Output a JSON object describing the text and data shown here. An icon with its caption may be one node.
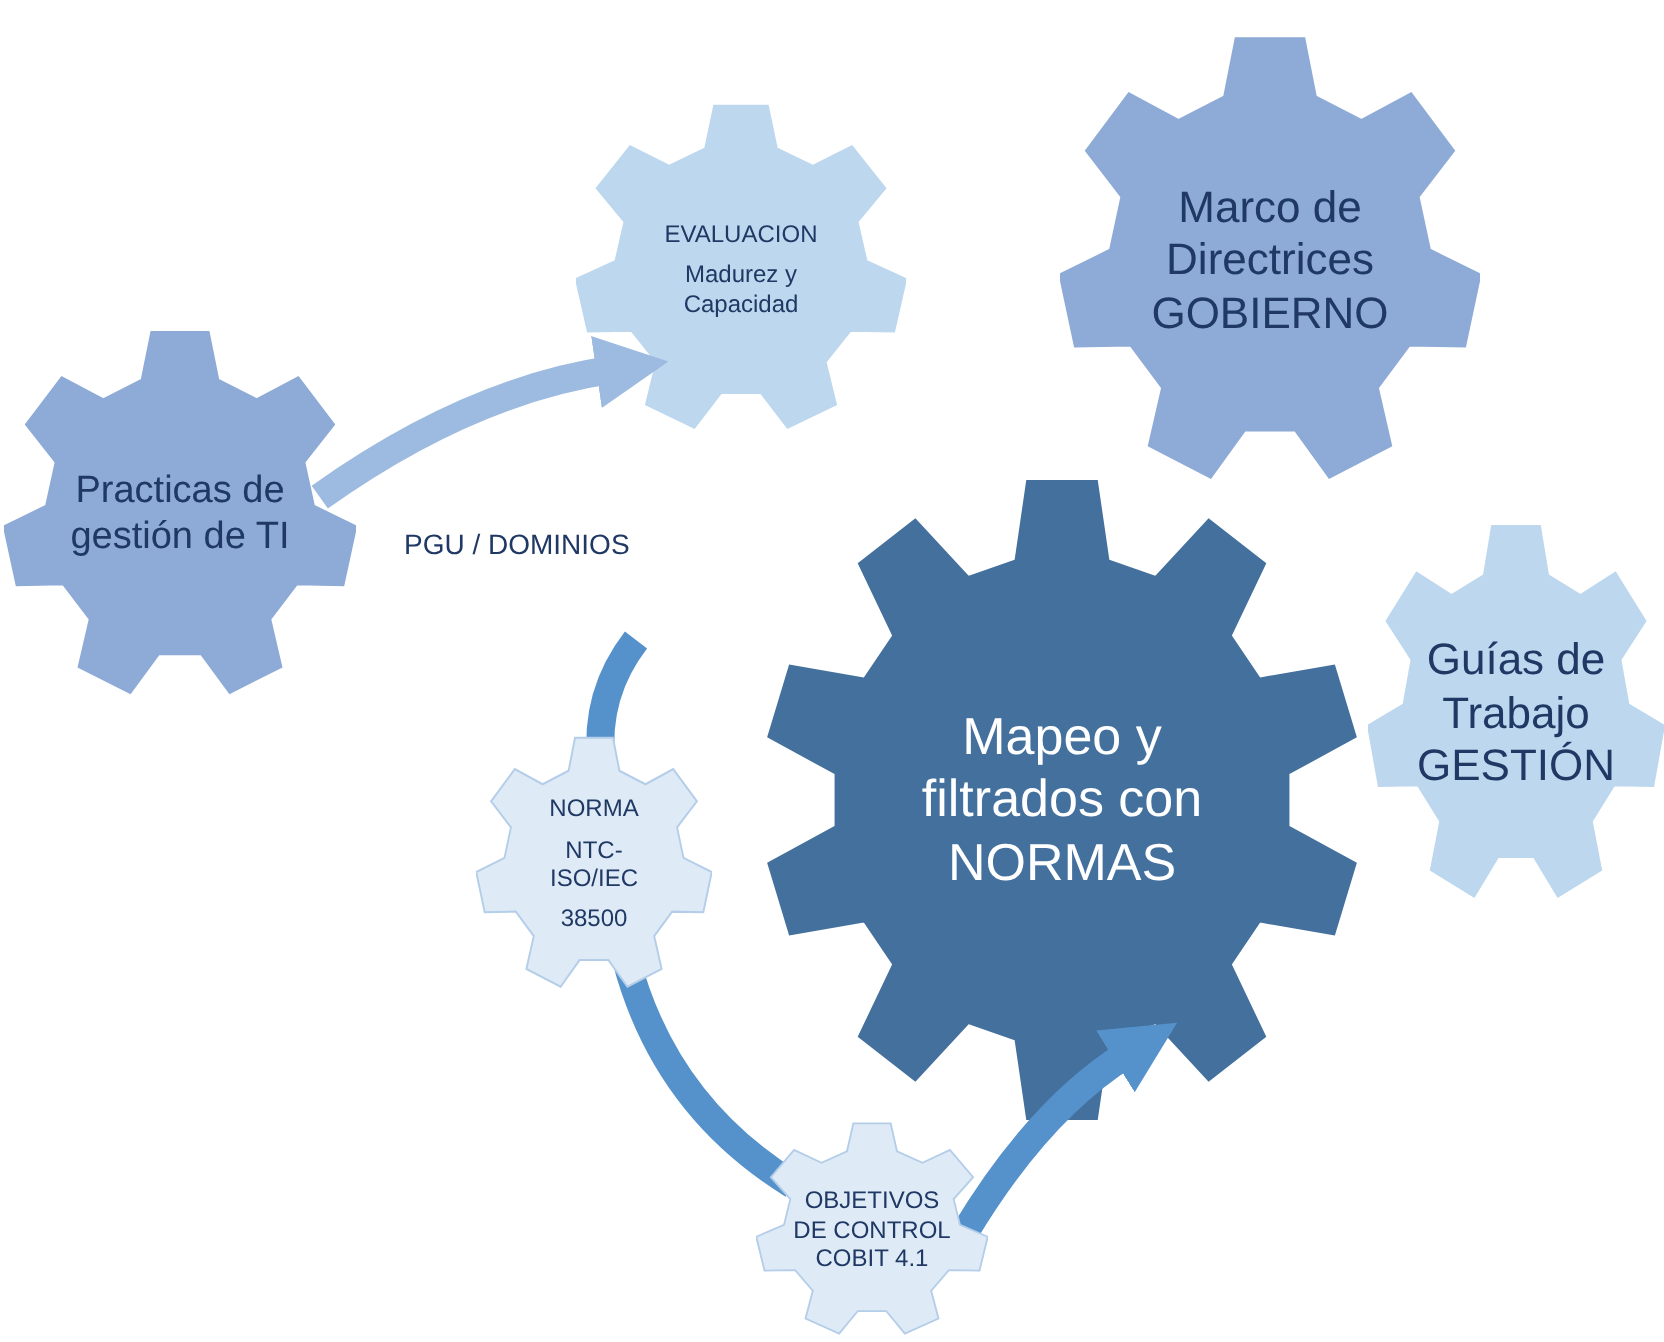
{
  "diagram": {
    "nodes": [
      {
        "text": [
          "Practicas de gestión de TI"
        ]
      },
      {
        "text": [
          "EVALUACION",
          "Madurez y Capacidad"
        ]
      },
      {
        "text": [
          "Marco de Directrices GOBIERNO"
        ]
      },
      {
        "text": [
          "Mapeo y filtrados con NORMAS"
        ]
      },
      {
        "text": [
          "Guías de Trabajo GESTIÓN"
        ]
      },
      {
        "text": [
          "NORMA",
          "NTC- ISO/IEC",
          "38500"
        ]
      },
      {
        "text": [
          "OBJETIVOS DE CONTROL COBIT 4.1"
        ]
      }
    ],
    "edges": [
      {
        "from": 0,
        "to": 1,
        "arrow": "to",
        "label": "PGU / DOMINIOS",
        "color": "#9dbbe1"
      },
      {
        "from": null,
        "to": 5,
        "arrow": "none"
      },
      {
        "from": 5,
        "to": 6,
        "arrow": "none"
      },
      {
        "from": 6,
        "to": 3,
        "arrow": "to"
      }
    ]
  }
}
